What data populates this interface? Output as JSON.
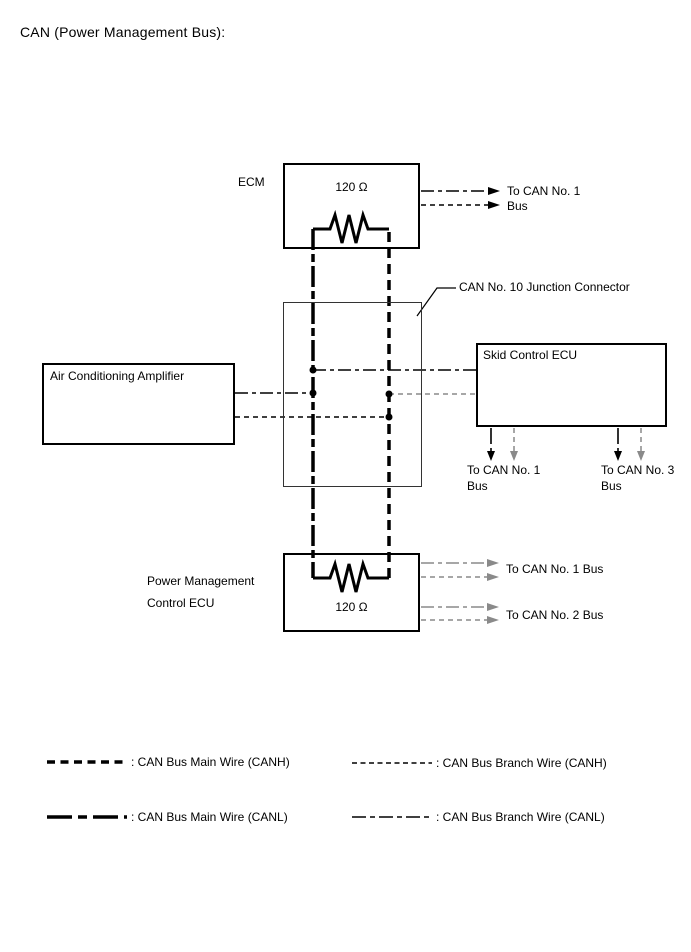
{
  "title": "CAN (Power Management Bus):",
  "colors": {
    "ink": "#000000",
    "branch_gray": "#8a8a8a",
    "background": "#ffffff"
  },
  "boxes": {
    "ecm": {
      "name": "ECM",
      "resistor": "120 Ω"
    },
    "junction": {
      "name": "CAN No. 10 Junction Connector"
    },
    "ac_amplifier": {
      "name": "Air Conditioning Amplifier"
    },
    "skid_control": {
      "name": "Skid Control ECU"
    },
    "power_management": {
      "name_line1": "Power Management",
      "name_line2": "Control ECU",
      "resistor": "120 Ω"
    }
  },
  "arrows": {
    "ecm_right": {
      "line1": "To CAN No. 1",
      "line2": "Bus"
    },
    "skid_left": {
      "line1": "To CAN No. 1",
      "line2": "Bus"
    },
    "skid_right": {
      "line1": "To CAN No. 3",
      "line2": "Bus"
    },
    "pm_top": "To CAN No. 1 Bus",
    "pm_bottom": "To CAN No. 2 Bus"
  },
  "legend": {
    "main_canh": ": CAN Bus Main Wire (CANH)",
    "main_canl": ": CAN Bus Main Wire (CANL)",
    "branch_canh": ": CAN Bus Branch Wire (CANH)",
    "branch_canl": ": CAN Bus Branch Wire (CANL)"
  }
}
